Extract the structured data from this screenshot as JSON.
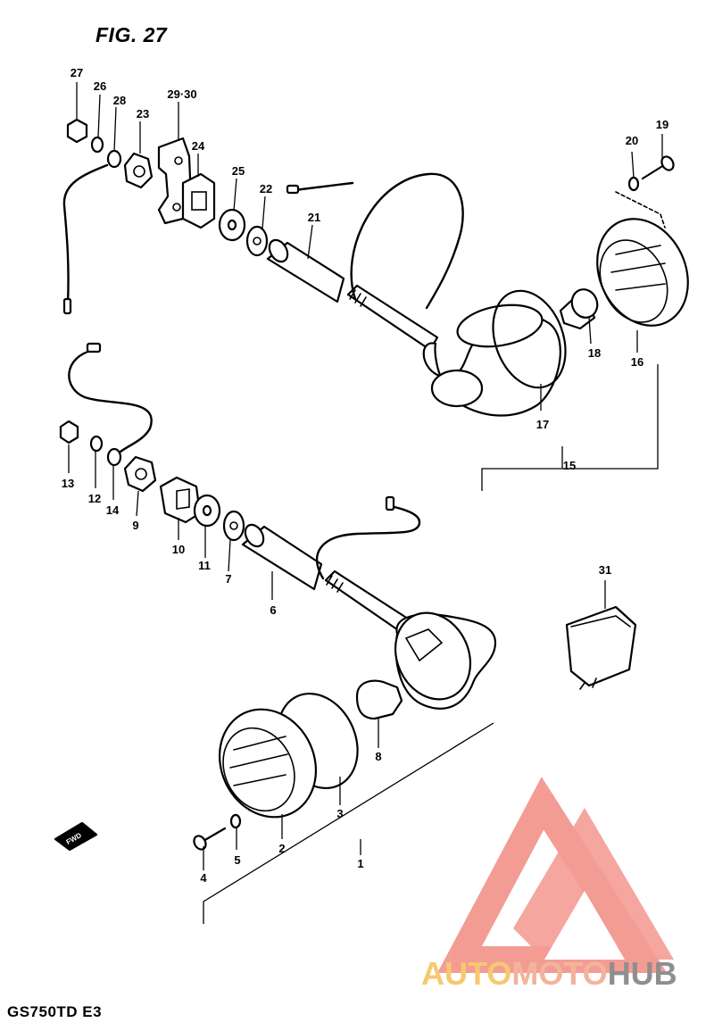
{
  "figure": {
    "title": "FIG. 27",
    "model": "GS750TD E3"
  },
  "callouts": [
    "27",
    "26",
    "28",
    "23",
    "29·30",
    "24",
    "25",
    "22",
    "21",
    "20",
    "19",
    "18",
    "16",
    "17",
    "15",
    "13",
    "12",
    "14",
    "9",
    "10",
    "11",
    "7",
    "6",
    "31",
    "8",
    "3",
    "2",
    "1",
    "4",
    "5"
  ],
  "direction_badge": "FWD",
  "watermark": {
    "auto": "AUTO",
    "moto": "MOTO",
    "hub": "HUB",
    "logo_colors": [
      "#f28b82",
      "#f5c96f",
      "#8f8f8f"
    ]
  }
}
